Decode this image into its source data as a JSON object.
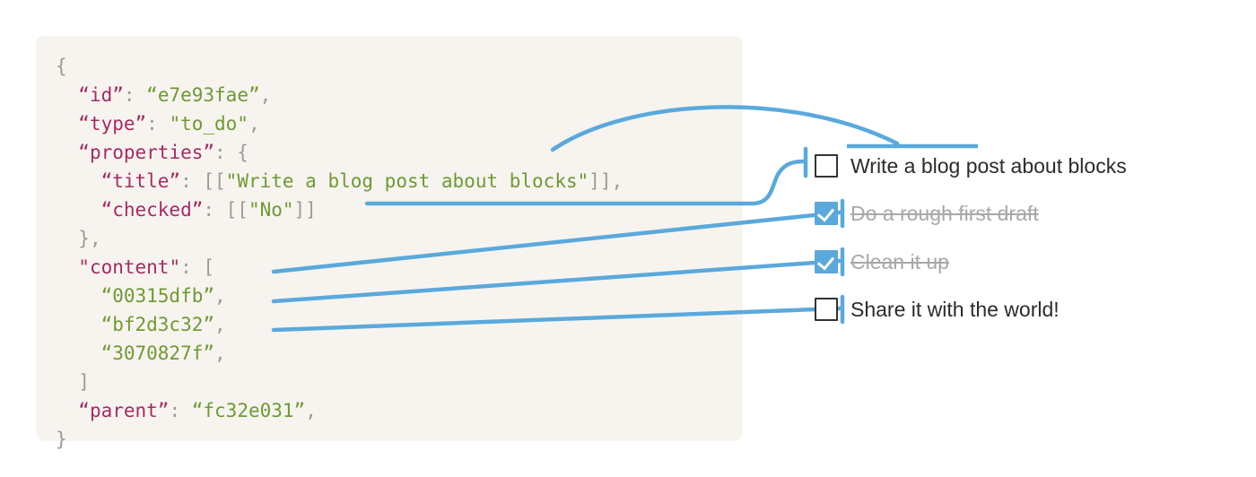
{
  "theme": {
    "panel_background": "#f7f4ef",
    "page_background": "#ffffff",
    "connector_blue": "#5aa9dc",
    "key_color": "#a62a64",
    "string_color": "#6d9a34",
    "punctuation_color": "#9b9b96",
    "checkbox_checked_fill": "#5aa9dc",
    "checkbox_unchecked_border": "#333333",
    "done_text_color": "#a8a8a8",
    "text_color": "#2b2b2b"
  },
  "code": {
    "language": "json",
    "lines": [
      {
        "indent": 0,
        "parts": [
          {
            "t": "{",
            "c": "punct"
          }
        ]
      },
      {
        "indent": 1,
        "parts": [
          {
            "t": "“id”",
            "c": "key"
          },
          {
            "t": ": ",
            "c": "punct"
          },
          {
            "t": "“e7e93fae”",
            "c": "str"
          },
          {
            "t": ",",
            "c": "punct"
          }
        ]
      },
      {
        "indent": 1,
        "parts": [
          {
            "t": "“type”",
            "c": "key"
          },
          {
            "t": ": ",
            "c": "punct"
          },
          {
            "t": "\"to_do\"",
            "c": "str"
          },
          {
            "t": ",",
            "c": "punct"
          }
        ]
      },
      {
        "indent": 1,
        "parts": [
          {
            "t": "“properties”",
            "c": "key"
          },
          {
            "t": ": {",
            "c": "punct"
          }
        ]
      },
      {
        "indent": 2,
        "parts": [
          {
            "t": "“title”",
            "c": "key"
          },
          {
            "t": ": [[",
            "c": "punct"
          },
          {
            "t": "\"Write a blog post about blocks\"",
            "c": "str"
          },
          {
            "t": "]],",
            "c": "punct"
          }
        ]
      },
      {
        "indent": 2,
        "parts": [
          {
            "t": "“checked”",
            "c": "key"
          },
          {
            "t": ": [[",
            "c": "punct"
          },
          {
            "t": "\"No\"",
            "c": "str"
          },
          {
            "t": "]]",
            "c": "punct"
          }
        ]
      },
      {
        "indent": 1,
        "parts": [
          {
            "t": "},",
            "c": "punct"
          }
        ]
      },
      {
        "indent": 1,
        "parts": [
          {
            "t": "\"content\"",
            "c": "key"
          },
          {
            "t": ": [",
            "c": "punct"
          }
        ]
      },
      {
        "indent": 2,
        "parts": [
          {
            "t": "“00315dfb”",
            "c": "str"
          },
          {
            "t": ",",
            "c": "punct"
          }
        ]
      },
      {
        "indent": 2,
        "parts": [
          {
            "t": "“bf2d3c32”",
            "c": "str"
          },
          {
            "t": ",",
            "c": "punct"
          }
        ]
      },
      {
        "indent": 2,
        "parts": [
          {
            "t": "“3070827f”",
            "c": "str"
          },
          {
            "t": ",",
            "c": "punct"
          }
        ]
      },
      {
        "indent": 1,
        "parts": [
          {
            "t": "]",
            "c": "punct"
          }
        ]
      },
      {
        "indent": 1,
        "parts": [
          {
            "t": "“parent”",
            "c": "key"
          },
          {
            "t": ": ",
            "c": "punct"
          },
          {
            "t": "“fc32e031”",
            "c": "str"
          },
          {
            "t": ",",
            "c": "punct"
          }
        ]
      },
      {
        "indent": 0,
        "parts": [
          {
            "t": "}",
            "c": "punct"
          }
        ]
      }
    ]
  },
  "todo": {
    "items": [
      {
        "label": "Write a blog post about blocks",
        "checked": false
      },
      {
        "label": "Do a rough first draft",
        "checked": true
      },
      {
        "label": "Clean it up",
        "checked": true
      },
      {
        "label": "Share it with the world!",
        "checked": false
      }
    ]
  },
  "connectors": [
    {
      "from": "title-value",
      "to": "item-0-title-underline",
      "style": "arc"
    },
    {
      "from": "checked-value",
      "to": "item-0-marker",
      "style": "s-curve"
    },
    {
      "from": "content-id-00315dfb",
      "to": "item-1-marker",
      "style": "diagonal"
    },
    {
      "from": "content-id-bf2d3c32",
      "to": "item-2-marker",
      "style": "diagonal"
    },
    {
      "from": "content-id-3070827f",
      "to": "item-3-marker",
      "style": "diagonal"
    }
  ]
}
